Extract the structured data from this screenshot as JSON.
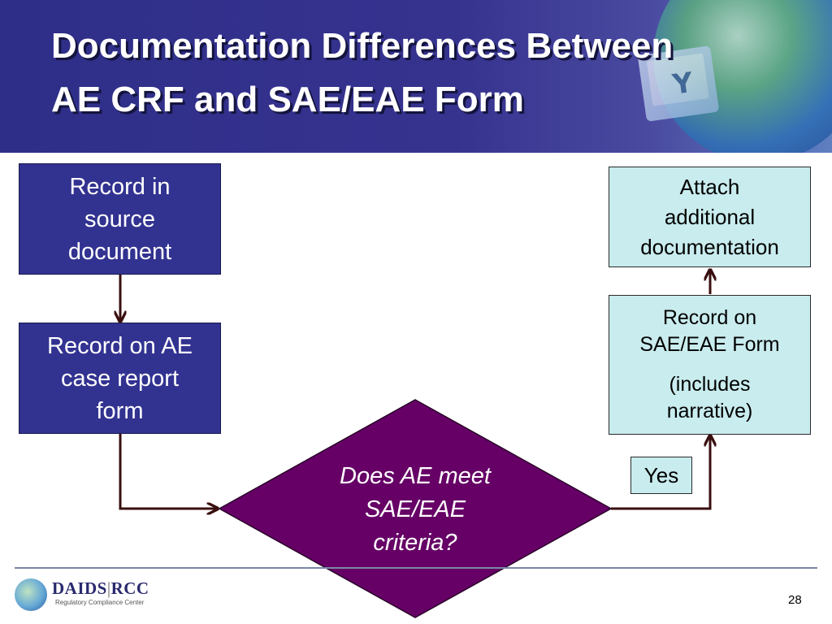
{
  "slide": {
    "title_line1": "Documentation Differences Between",
    "title_line2": "AE CRF and SAE/EAE Form",
    "page_number": "28"
  },
  "flowchart": {
    "source_document": [
      "Record in",
      "source",
      "document"
    ],
    "ae_crf": [
      "Record on AE",
      "case report",
      "form"
    ],
    "decision": [
      "Does AE meet",
      "SAE/EAE",
      "criteria?"
    ],
    "yes_label": "Yes",
    "sae_form": [
      "Record on",
      "SAE/EAE Form"
    ],
    "sae_form_note": [
      "(includes",
      "narrative)"
    ],
    "attach": [
      "Attach",
      "additional",
      "documentation"
    ]
  },
  "footer": {
    "logo_left": "DAIDS",
    "logo_separator": "|",
    "logo_right": "RCC",
    "logo_subtitle": "Regulatory Compliance Center"
  },
  "colors": {
    "header": "#36338f",
    "dark_box": "#323291",
    "light_box": "#c9ecee",
    "diamond": "#660066",
    "arrow": "#3a0f0f"
  },
  "icons": [
    "globe-icon",
    "monitor-icon",
    "antibody-icon",
    "daids-globe-icon"
  ]
}
